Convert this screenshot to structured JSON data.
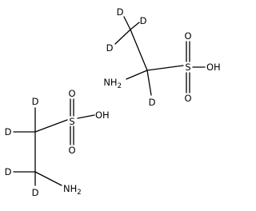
{
  "molecules": [
    {
      "atoms": {
        "d_top": "D",
        "d_upper_right": "D",
        "d_upper_left": "D",
        "amine": "NH",
        "amine_sub": "2",
        "d_lower": "D",
        "sulfur": "S",
        "oxygen_top": "O",
        "oxygen_bottom": "O",
        "hydroxyl": "OH"
      }
    },
    {
      "atoms": {
        "d_top": "D",
        "d_left_upper": "D",
        "d_left_lower": "D",
        "d_bottom": "D",
        "sulfur": "S",
        "oxygen_top": "O",
        "oxygen_bottom": "O",
        "hydroxyl": "OH",
        "amine": "NH",
        "amine_sub": "2"
      }
    }
  ]
}
